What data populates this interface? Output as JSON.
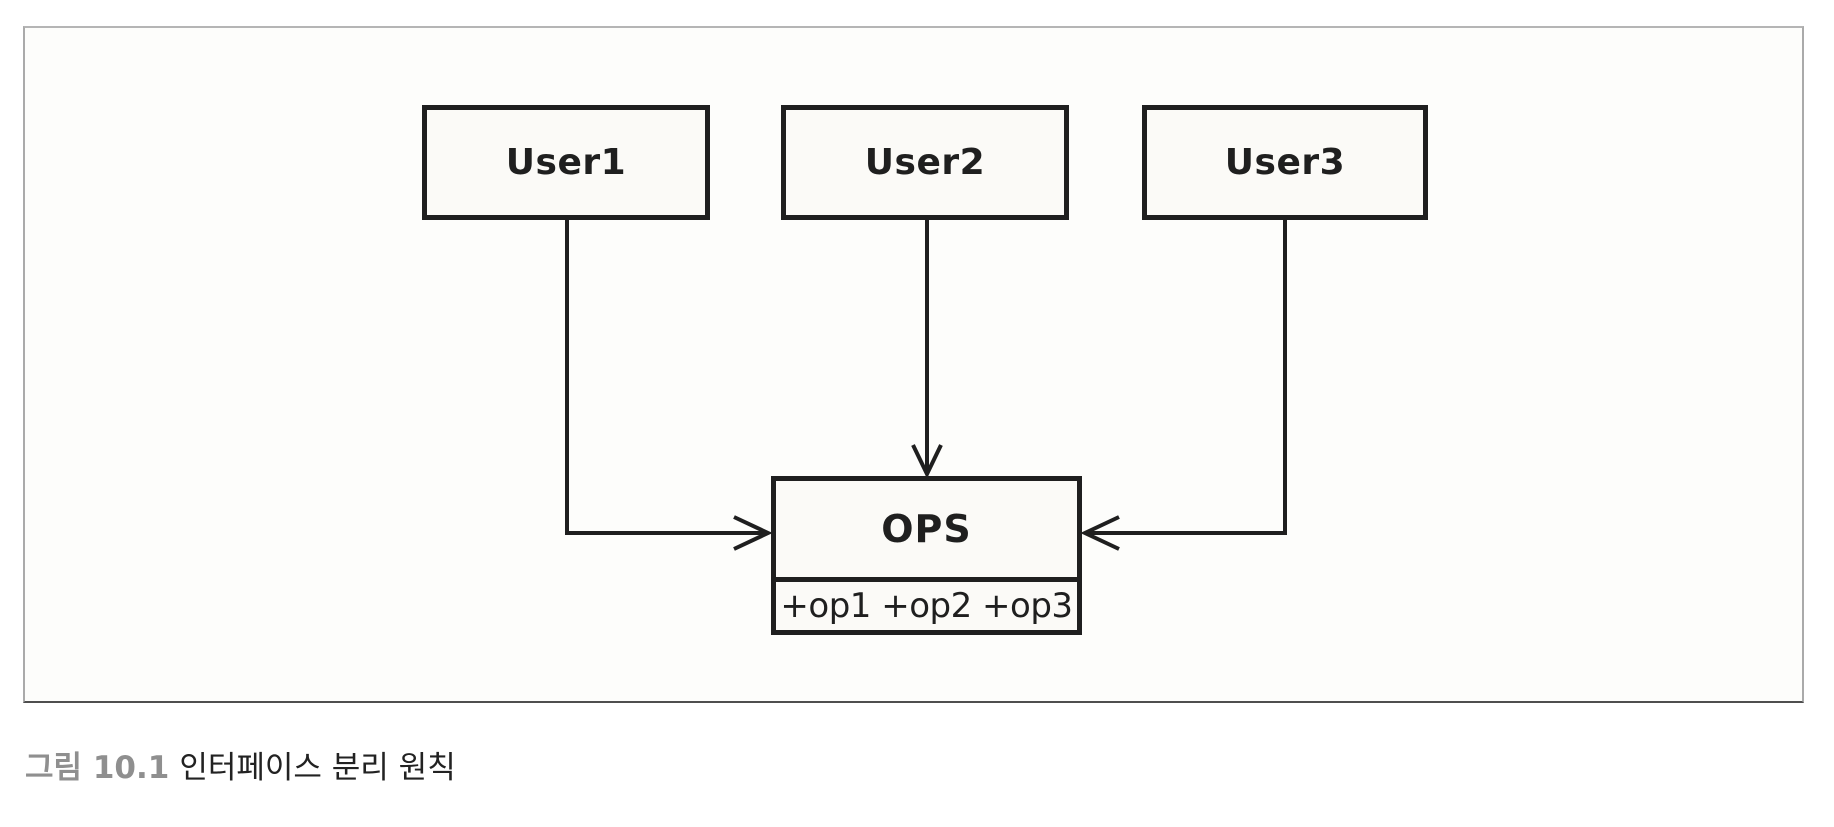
{
  "figure": {
    "nodes": {
      "user1": {
        "label": "User1"
      },
      "user2": {
        "label": "User2"
      },
      "user3": {
        "label": "User3"
      },
      "ops": {
        "title": "OPS",
        "operations": "+op1 +op2 +op3"
      }
    },
    "connections": [
      {
        "from": "User1",
        "to": "OPS",
        "enters": "left",
        "style": "open-arrow"
      },
      {
        "from": "User2",
        "to": "OPS",
        "enters": "top",
        "style": "open-arrow"
      },
      {
        "from": "User3",
        "to": "OPS",
        "enters": "right",
        "style": "open-arrow"
      }
    ],
    "colors": {
      "line": "#1f1f1f",
      "node_fill": "#fbfaf7",
      "panel_background": "#fdfdfb",
      "panel_border": "#aaaaaa",
      "caption_number": "#8f8f8f",
      "caption_text": "#222222"
    }
  },
  "caption": {
    "number": "그림 10.1",
    "text": "인터페이스 분리 원칙"
  }
}
